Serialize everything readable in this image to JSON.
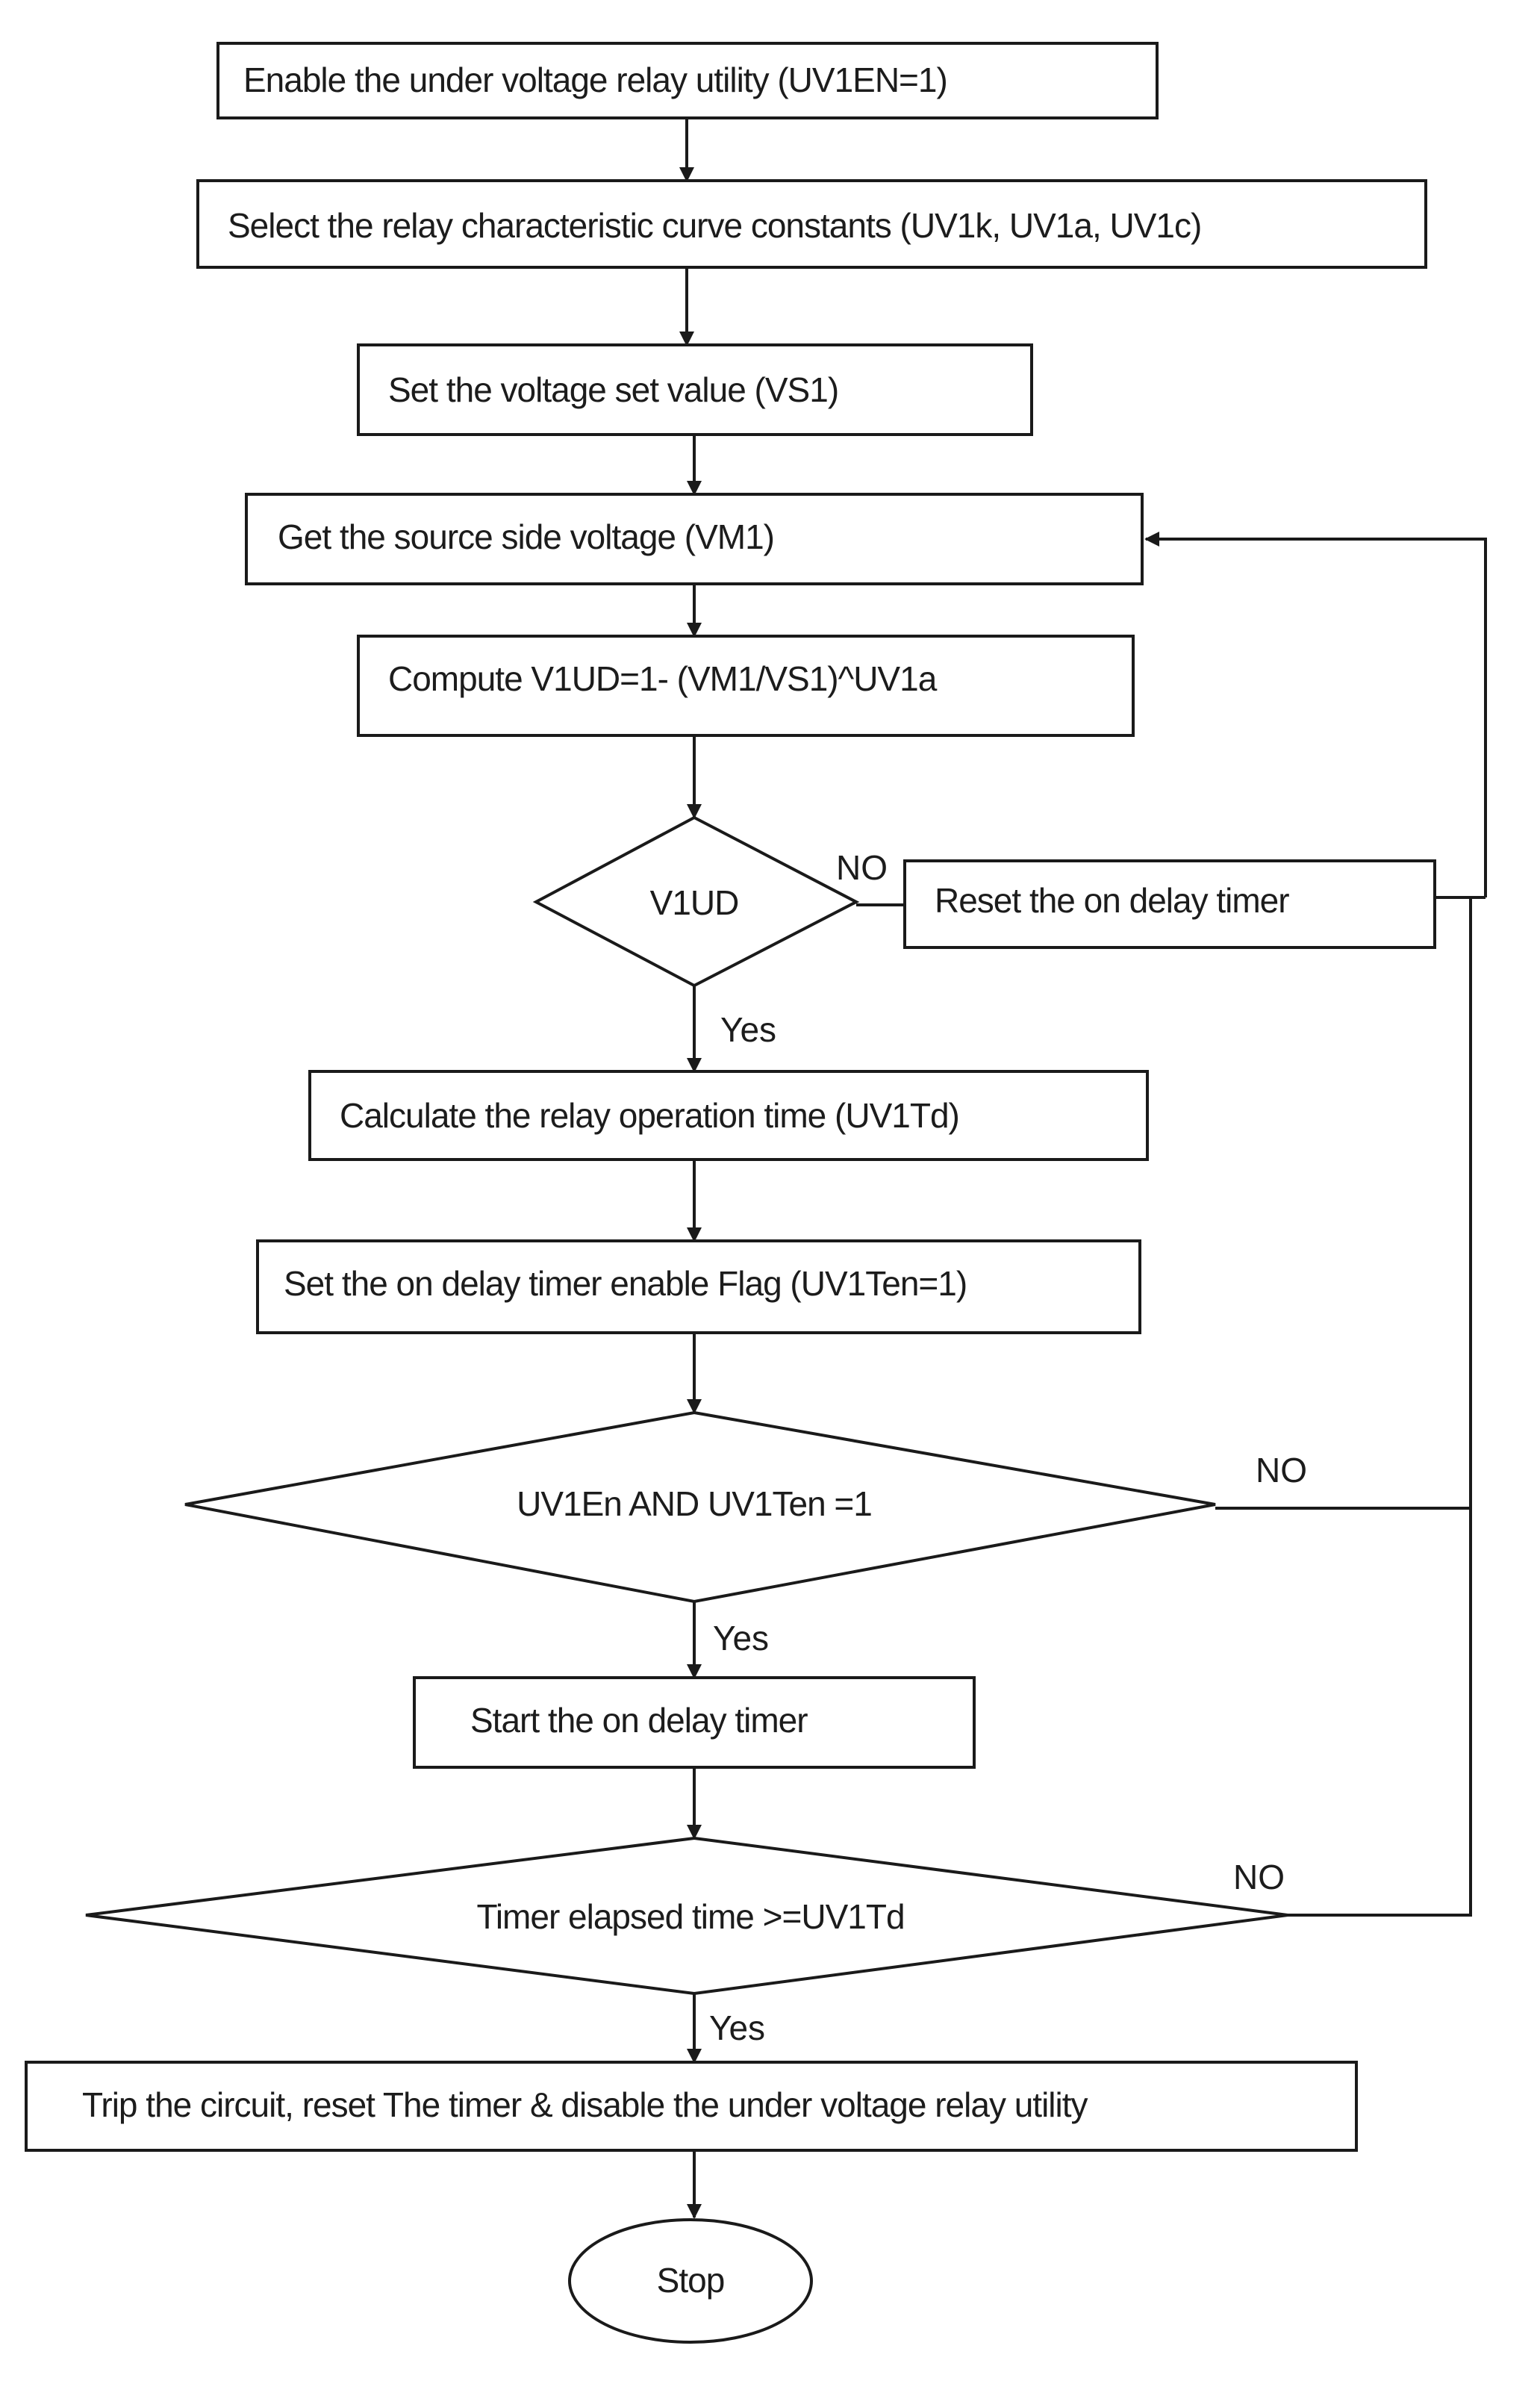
{
  "flowchart": {
    "steps": {
      "enable": "Enable the    under voltage relay utility (UV1EN=1)",
      "select_constants": "Select the relay characteristic curve constants (UV1k, UV1a, UV1c)",
      "set_voltage": "Set the voltage set value  (VS1)",
      "get_voltage": "Get the source side voltage (VM1)",
      "compute": "Compute V1UD=1-  (VM1/VS1)^UV1a",
      "reset_timer": "Reset the on delay timer",
      "calc_time": "Calculate the relay operation time (UV1Td)",
      "set_flag": "Set the on delay timer enable Flag (UV1Ten=1)",
      "start_timer": "Start the on delay timer",
      "trip": "Trip the circuit, reset The timer  & disable the under voltage   relay utility",
      "stop": "Stop"
    },
    "decisions": {
      "v1ud": "V1UD",
      "enable_check": "UV1En AND UV1Ten =1",
      "elapsed_check": "Timer elapsed time >=UV1Td"
    },
    "labels": {
      "no_1": "NO",
      "yes_1": "Yes",
      "no_2": "NO",
      "yes_2": "Yes",
      "no_3": "NO",
      "yes_3": "Yes"
    }
  }
}
